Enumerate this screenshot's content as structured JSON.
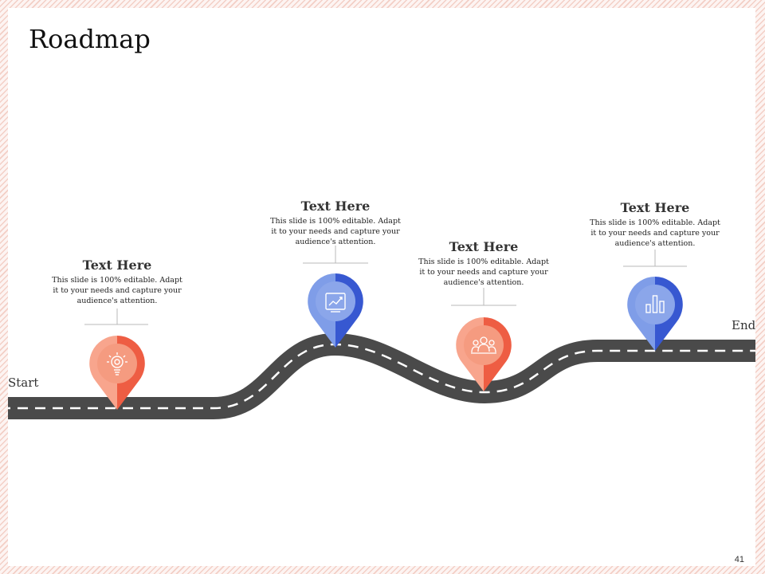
{
  "slide": {
    "title": "Roadmap",
    "page_number": "41"
  },
  "road": {
    "start_label": "Start",
    "end_label": "End",
    "colors": {
      "asphalt": "#4a4a4a",
      "lane": "#ffffff"
    }
  },
  "milestones": [
    {
      "title": "Text Here",
      "description_lines": [
        "This slide is 100% editable. Adapt",
        "it to your needs and capture your",
        "audience's attention."
      ],
      "icon": "lightbulb-gear-icon",
      "colors": {
        "light": "#f8a58d",
        "dark": "#ee5d43"
      }
    },
    {
      "title": "Text Here",
      "description_lines": [
        "This slide is 100% editable. Adapt",
        "it to your needs and capture your",
        "audience's attention."
      ],
      "icon": "growth-chart-icon",
      "colors": {
        "light": "#7f9de8",
        "dark": "#3758d1"
      }
    },
    {
      "title": "Text Here",
      "description_lines": [
        "This slide is 100% editable. Adapt",
        "it to your needs and capture your",
        "audience's attention."
      ],
      "icon": "team-group-icon",
      "colors": {
        "light": "#f8a58d",
        "dark": "#ee5d43"
      }
    },
    {
      "title": "Text Here",
      "description_lines": [
        "This slide is 100% editable. Adapt",
        "it to your needs and capture your",
        "audience's attention."
      ],
      "icon": "bar-chart-icon",
      "colors": {
        "light": "#7f9de8",
        "dark": "#3758d1"
      }
    }
  ]
}
